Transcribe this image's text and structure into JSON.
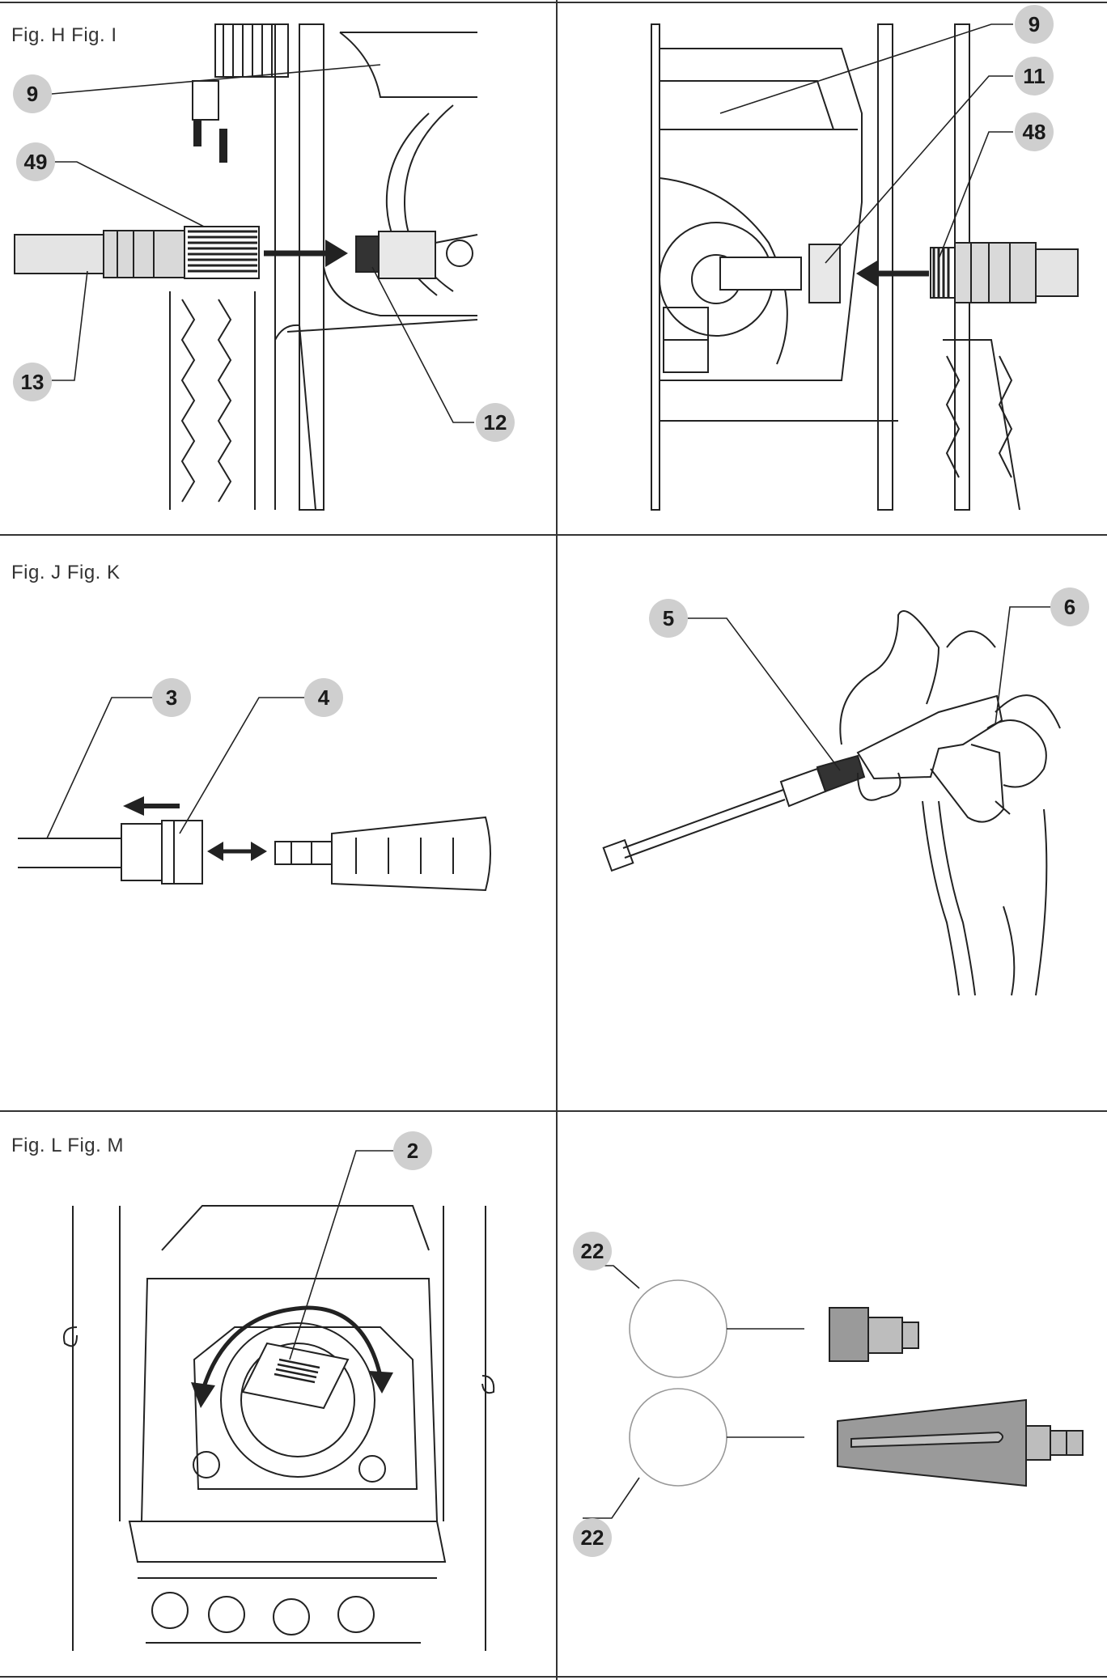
{
  "panels": {
    "top_left_label": "Fig. H Fig. I",
    "mid_left_label": "Fig. J Fig. K",
    "bottom_left_label": "Fig. L Fig. M"
  },
  "callouts": {
    "fig_h": {
      "c9": "9",
      "c49": "49",
      "c13": "13",
      "c12": "12"
    },
    "fig_i": {
      "c9": "9",
      "c11": "11",
      "c48": "48"
    },
    "fig_j": {
      "c3": "3",
      "c4": "4"
    },
    "fig_k": {
      "c5": "5",
      "c6": "6"
    },
    "fig_l": {
      "c2": "2"
    },
    "fig_m": {
      "c22a": "22",
      "c22b": "22"
    }
  },
  "colors": {
    "callout_fill": "#cfcfcf",
    "line": "#222222",
    "grid": "#333333",
    "nozzle_fill": "#9a9a9a"
  }
}
